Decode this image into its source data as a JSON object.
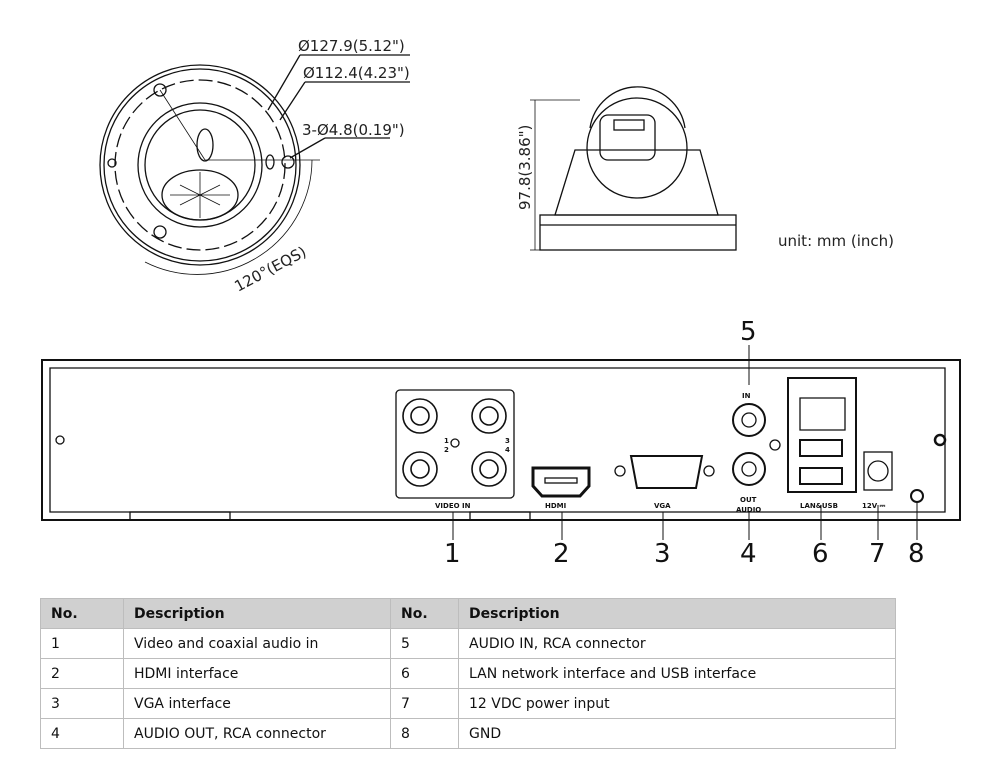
{
  "dome_view": {
    "outer_diameter": "Ø127.9(5.12\")",
    "inner_diameter": "Ø112.4(4.23\")",
    "holes": "3-Ø4.8(0.19\")",
    "angle": "120°(EQS)"
  },
  "side_view": {
    "height": "97.8(3.86\")",
    "unit": "unit: mm (inch)"
  },
  "rear_panel": {
    "labels": {
      "video_in": "VIDEO IN",
      "hdmi": "HDMI",
      "vga": "VGA",
      "audio": "AUDIO",
      "audio_in": "IN",
      "audio_out": "OUT",
      "lan_usb": "LAN&USB",
      "power": "12V ⎓",
      "ch1": "1",
      "ch2": "2",
      "ch3": "3",
      "ch4": "4"
    },
    "callouts": [
      "1",
      "2",
      "3",
      "4",
      "5",
      "6",
      "7",
      "8"
    ]
  },
  "table": {
    "headers": [
      "No.",
      "Description",
      "No.",
      "Description"
    ],
    "rows": [
      [
        "1",
        "Video and coaxial audio in",
        "5",
        "AUDIO IN, RCA connector"
      ],
      [
        "2",
        "HDMI interface",
        "6",
        "LAN network interface and USB interface"
      ],
      [
        "3",
        "VGA interface",
        "7",
        "12 VDC power input"
      ],
      [
        "4",
        "AUDIO OUT, RCA connector",
        "8",
        "GND"
      ]
    ]
  }
}
